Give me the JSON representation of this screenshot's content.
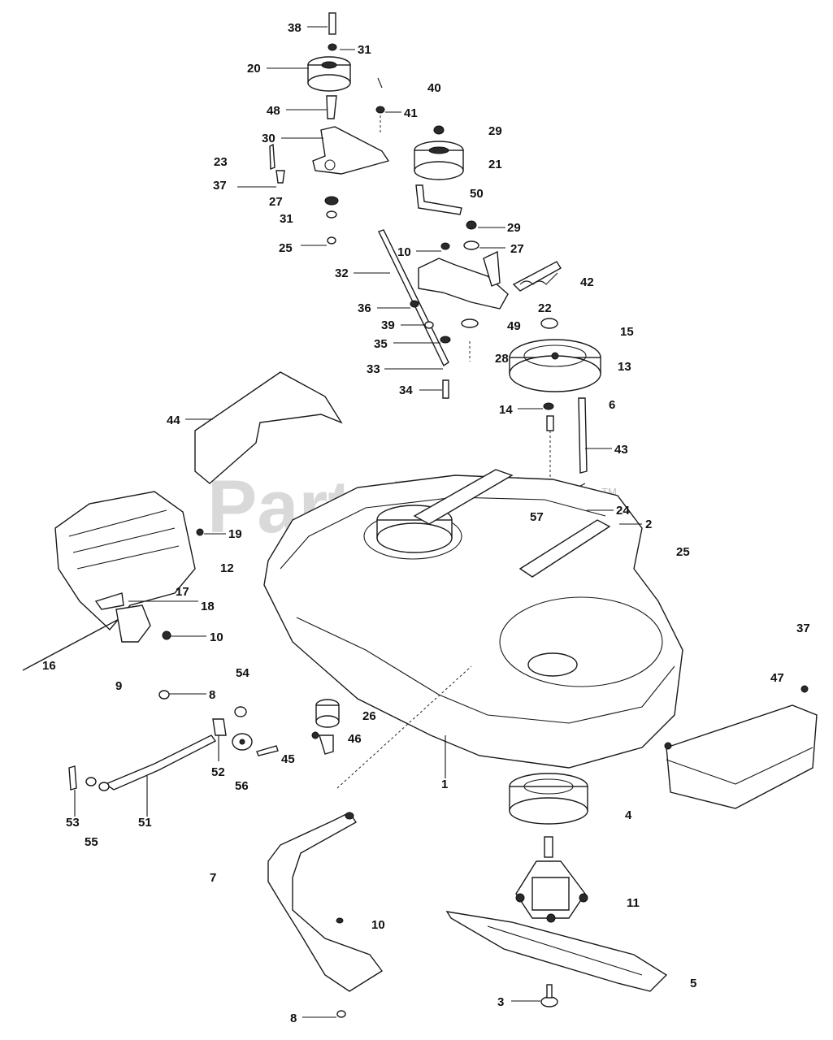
{
  "watermark": {
    "text": "PartsTree",
    "tm": "TM"
  },
  "callouts": {
    "c38": "38",
    "c31a": "31",
    "c20": "20",
    "c40": "40",
    "c48": "48",
    "c41": "41",
    "c30": "30",
    "c29a": "29",
    "c23": "23",
    "c21": "21",
    "c37a": "37",
    "c27a": "27",
    "c50": "50",
    "c31b": "31",
    "c29b": "29",
    "c25a": "25",
    "c10a": "10",
    "c27b": "27",
    "c32": "32",
    "c42": "42",
    "c36": "36",
    "c22": "22",
    "c39": "39",
    "c49": "49",
    "c15": "15",
    "c35": "35",
    "c28": "28",
    "c13": "13",
    "c33": "33",
    "c34": "34",
    "c14": "14",
    "c6": "6",
    "c44": "44",
    "c43": "43",
    "c57": "57",
    "c24": "24",
    "c2": "2",
    "c19": "19",
    "c25b": "25",
    "c12": "12",
    "c17": "17",
    "c18": "18",
    "c37b": "37",
    "c10b": "10",
    "c16": "16",
    "c47": "47",
    "c9": "9",
    "c54": "54",
    "c8a": "8",
    "c26": "26",
    "c46": "46",
    "c45": "45",
    "c52": "52",
    "c56": "56",
    "c1": "1",
    "c4": "4",
    "c53": "53",
    "c51": "51",
    "c55": "55",
    "c7": "7",
    "c11": "11",
    "c10c": "10",
    "c5": "5",
    "c3": "3",
    "c8b": "8"
  }
}
